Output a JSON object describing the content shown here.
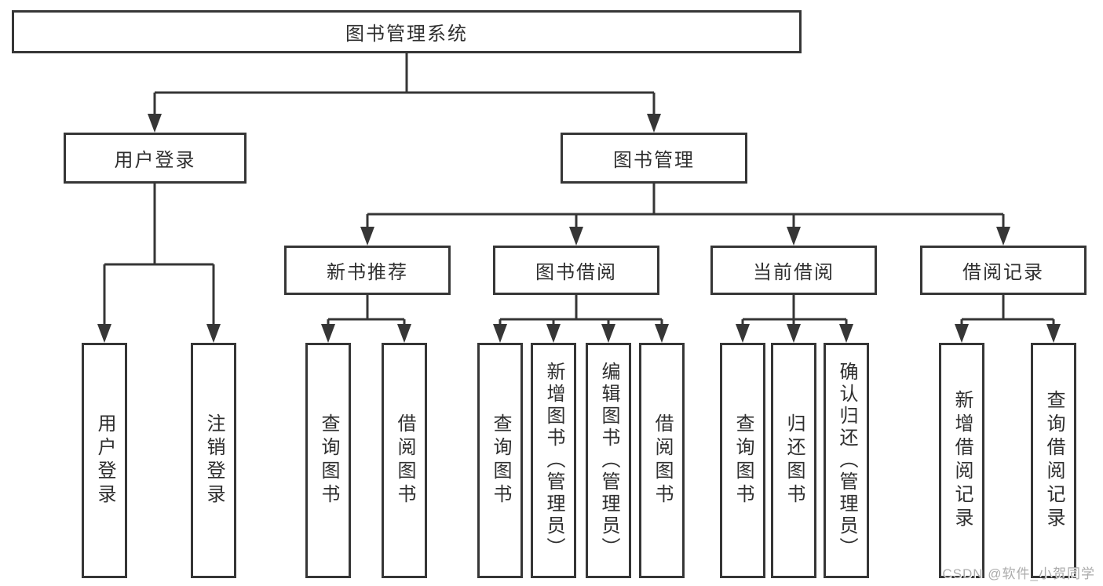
{
  "diagram": {
    "title": "图书管理系统",
    "colors": {
      "line": "#363636",
      "box_border": "#363636",
      "box_fill": "#ffffff",
      "text": "#2f2f2f",
      "watermark_text": "#ababab"
    },
    "nodes": {
      "root": {
        "label": "图书管理系统"
      },
      "login": {
        "label": "用户登录"
      },
      "manage": {
        "label": "图书管理"
      },
      "login_user": {
        "label": "用户登录"
      },
      "login_logout": {
        "label": "注销登录"
      },
      "recommend": {
        "label": "新书推荐"
      },
      "borrow": {
        "label": "图书借阅"
      },
      "current": {
        "label": "当前借阅"
      },
      "records": {
        "label": "借阅记录"
      },
      "rec_query": {
        "label": "查询图书"
      },
      "rec_borrow": {
        "label": "借阅图书"
      },
      "bor_query": {
        "label": "查询图书"
      },
      "bor_add": {
        "label": "新增图书（管理员）"
      },
      "bor_edit": {
        "label": "编辑图书（管理员）"
      },
      "bor_borrow": {
        "label": "借阅图书"
      },
      "cur_query": {
        "label": "查询图书"
      },
      "cur_return": {
        "label": "归还图书"
      },
      "cur_confirm": {
        "label": "确认归还（管理员）"
      },
      "log_add": {
        "label": "新增借阅记录"
      },
      "log_query": {
        "label": "查询借阅记录"
      }
    },
    "watermark": "CSDN @软件_小贺同学"
  }
}
